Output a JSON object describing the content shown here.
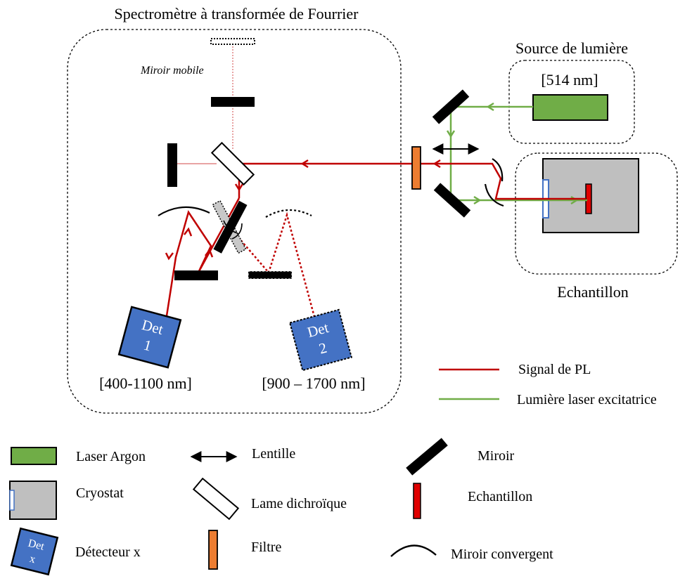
{
  "spectrometer": {
    "title": "Spectromètre à transformée de Fourrier",
    "mobile_mirror_label": "Miroir mobile",
    "detector1": {
      "line1": "Det",
      "line2": "1",
      "range": "[400-1100 nm]"
    },
    "detector2": {
      "line1": "Det",
      "line2": "2",
      "range": "[900 – 1700 nm]"
    }
  },
  "source": {
    "title": "Source de lumière",
    "wavelength": "[514 nm]"
  },
  "sample": {
    "title": "Echantillon"
  },
  "signal_legend": {
    "pl_signal": "Signal de PL",
    "laser_light": "Lumière laser excitatrice"
  },
  "legend": {
    "laser_argon": "Laser Argon",
    "cryostat": "Cryostat",
    "detector_line1": "Det",
    "detector_line2": "x",
    "detector": "Détecteur x",
    "lens": "Lentille",
    "dichroic": "Lame dichroïque",
    "filter": "Filtre",
    "mirror": "Miroir",
    "sample": "Echantillon",
    "converging_mirror": "Miroir convergent"
  },
  "colors": {
    "pl_signal": "#c00000",
    "pl_signal_light": "#e8a3a3",
    "laser": "#70ad47",
    "laser_fill": "#70ad47",
    "detector_fill": "#4472c4",
    "cryostat_fill": "#bfbfbf",
    "filter_fill": "#ed7d31",
    "sample_fill": "#e00000",
    "window_stroke": "#4472c4"
  }
}
